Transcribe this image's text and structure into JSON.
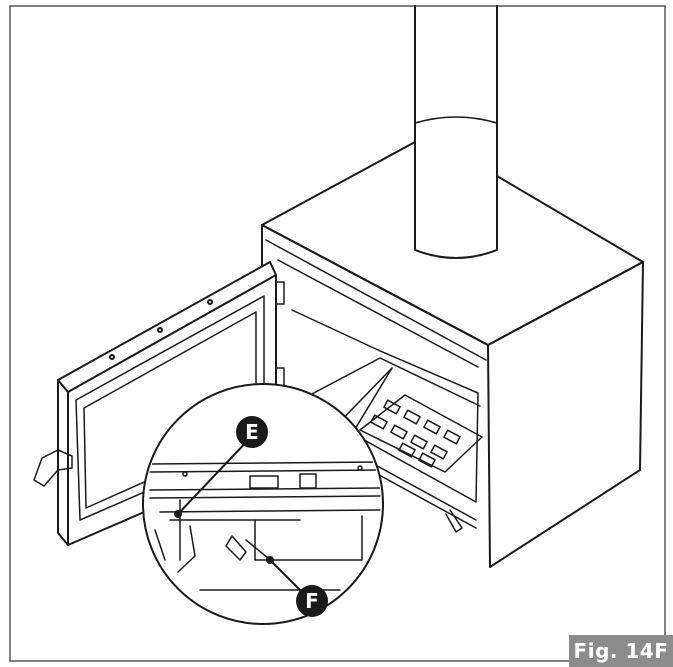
{
  "figure": {
    "label": "Fig. 14F",
    "callouts": [
      {
        "id": "E",
        "text": "E"
      },
      {
        "id": "F",
        "text": "F"
      }
    ],
    "colors": {
      "line": "#1a1a1a",
      "frame": "#555555",
      "label_background": "#8c8c8c",
      "callout_fill": "#1a1a1a",
      "background": "#ffffff"
    }
  }
}
